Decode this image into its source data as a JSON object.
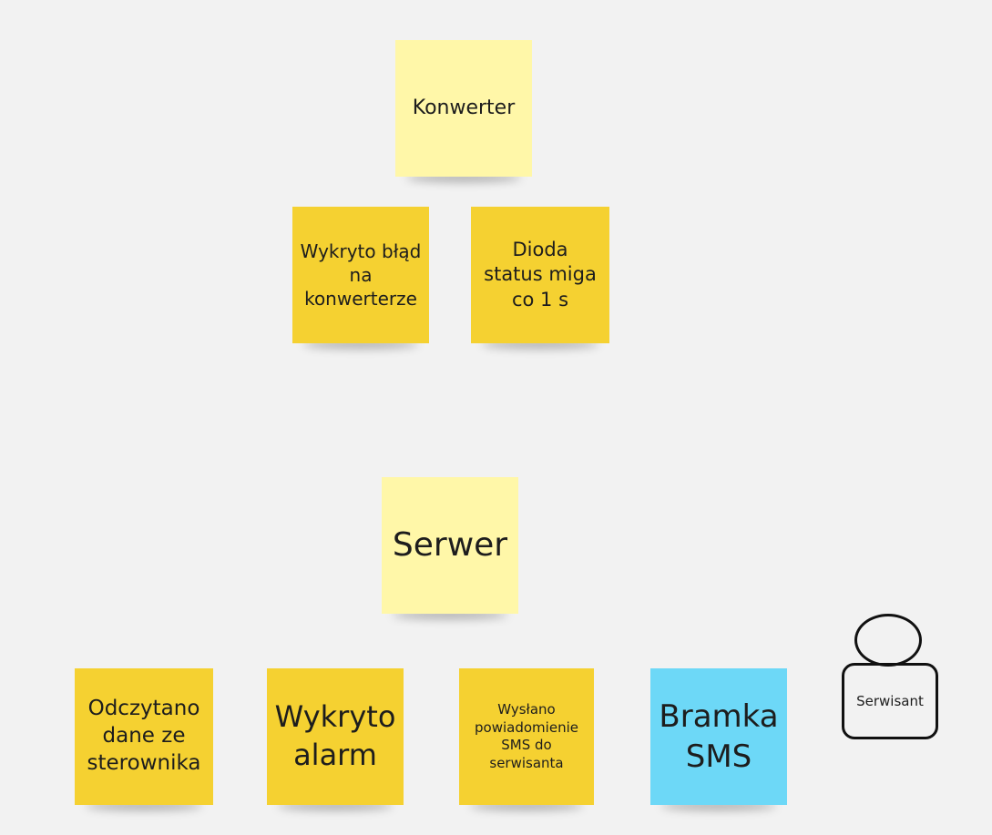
{
  "notes": {
    "konwerter": "Konwerter",
    "wykryto_blad": "Wykryto błąd na konwerterze",
    "dioda": "Dioda status miga co 1 s",
    "serwer": "Serwer",
    "odczytano": "Odczytano dane ze sterownika",
    "wykryto_alarm": "Wykryto alarm",
    "wyslano": "Wysłano powiadomienie SMS do serwisanta",
    "bramka": "Bramka SMS"
  },
  "actor": {
    "label": "Serwisant"
  },
  "colors": {
    "aggregate_note": "#fff7a8",
    "event_note": "#f5d131",
    "external_system_note": "#6dd8f7",
    "background": "#f2f2f2"
  }
}
